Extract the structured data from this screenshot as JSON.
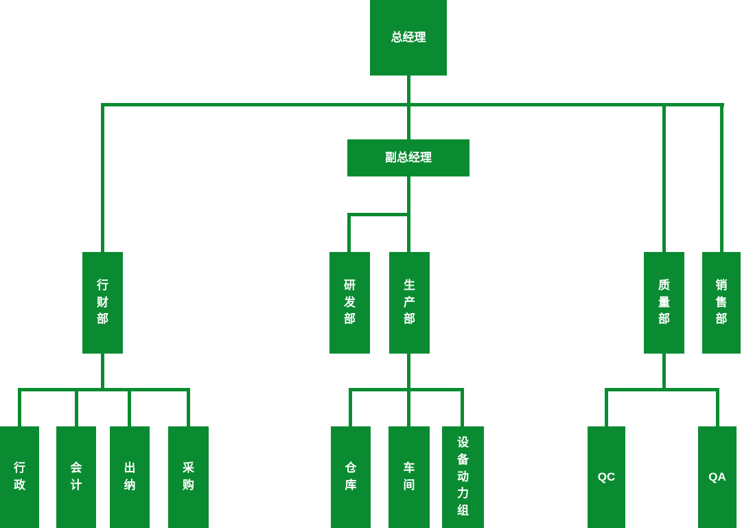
{
  "diagram": {
    "type": "org-chart",
    "colors": {
      "node_fill": "#0a8b31",
      "node_text": "#ffffff",
      "connector": "#0a8b31",
      "background": "#ffffff"
    },
    "nodes": {
      "general_manager": {
        "label": "总经理"
      },
      "deputy_general_manager": {
        "label": "副总经理"
      },
      "admin_finance_dept": {
        "label": "行财部"
      },
      "rnd_dept": {
        "label": "研发部"
      },
      "production_dept": {
        "label": "生产部"
      },
      "quality_dept": {
        "label": "质量部"
      },
      "sales_dept": {
        "label": "销售部"
      },
      "admin": {
        "label": "行政"
      },
      "accounting": {
        "label": "会计"
      },
      "cashier": {
        "label": "出纳"
      },
      "procurement": {
        "label": "采购"
      },
      "warehouse": {
        "label": "仓库"
      },
      "workshop": {
        "label": "车间"
      },
      "equipment_power_group": {
        "label": "设备动力组"
      },
      "qc": {
        "label": "QC"
      },
      "qa": {
        "label": "QA"
      }
    },
    "structure": [
      {
        "parent": "总经理",
        "children": [
          "行财部",
          "副总经理",
          "质量部",
          "销售部"
        ]
      },
      {
        "parent": "副总经理",
        "children": [
          "研发部",
          "生产部"
        ]
      },
      {
        "parent": "行财部",
        "children": [
          "行政",
          "会计",
          "出纳",
          "采购"
        ]
      },
      {
        "parent": "生产部",
        "children": [
          "仓库",
          "车间",
          "设备动力组"
        ]
      },
      {
        "parent": "质量部",
        "children": [
          "QC",
          "QA"
        ]
      }
    ]
  }
}
